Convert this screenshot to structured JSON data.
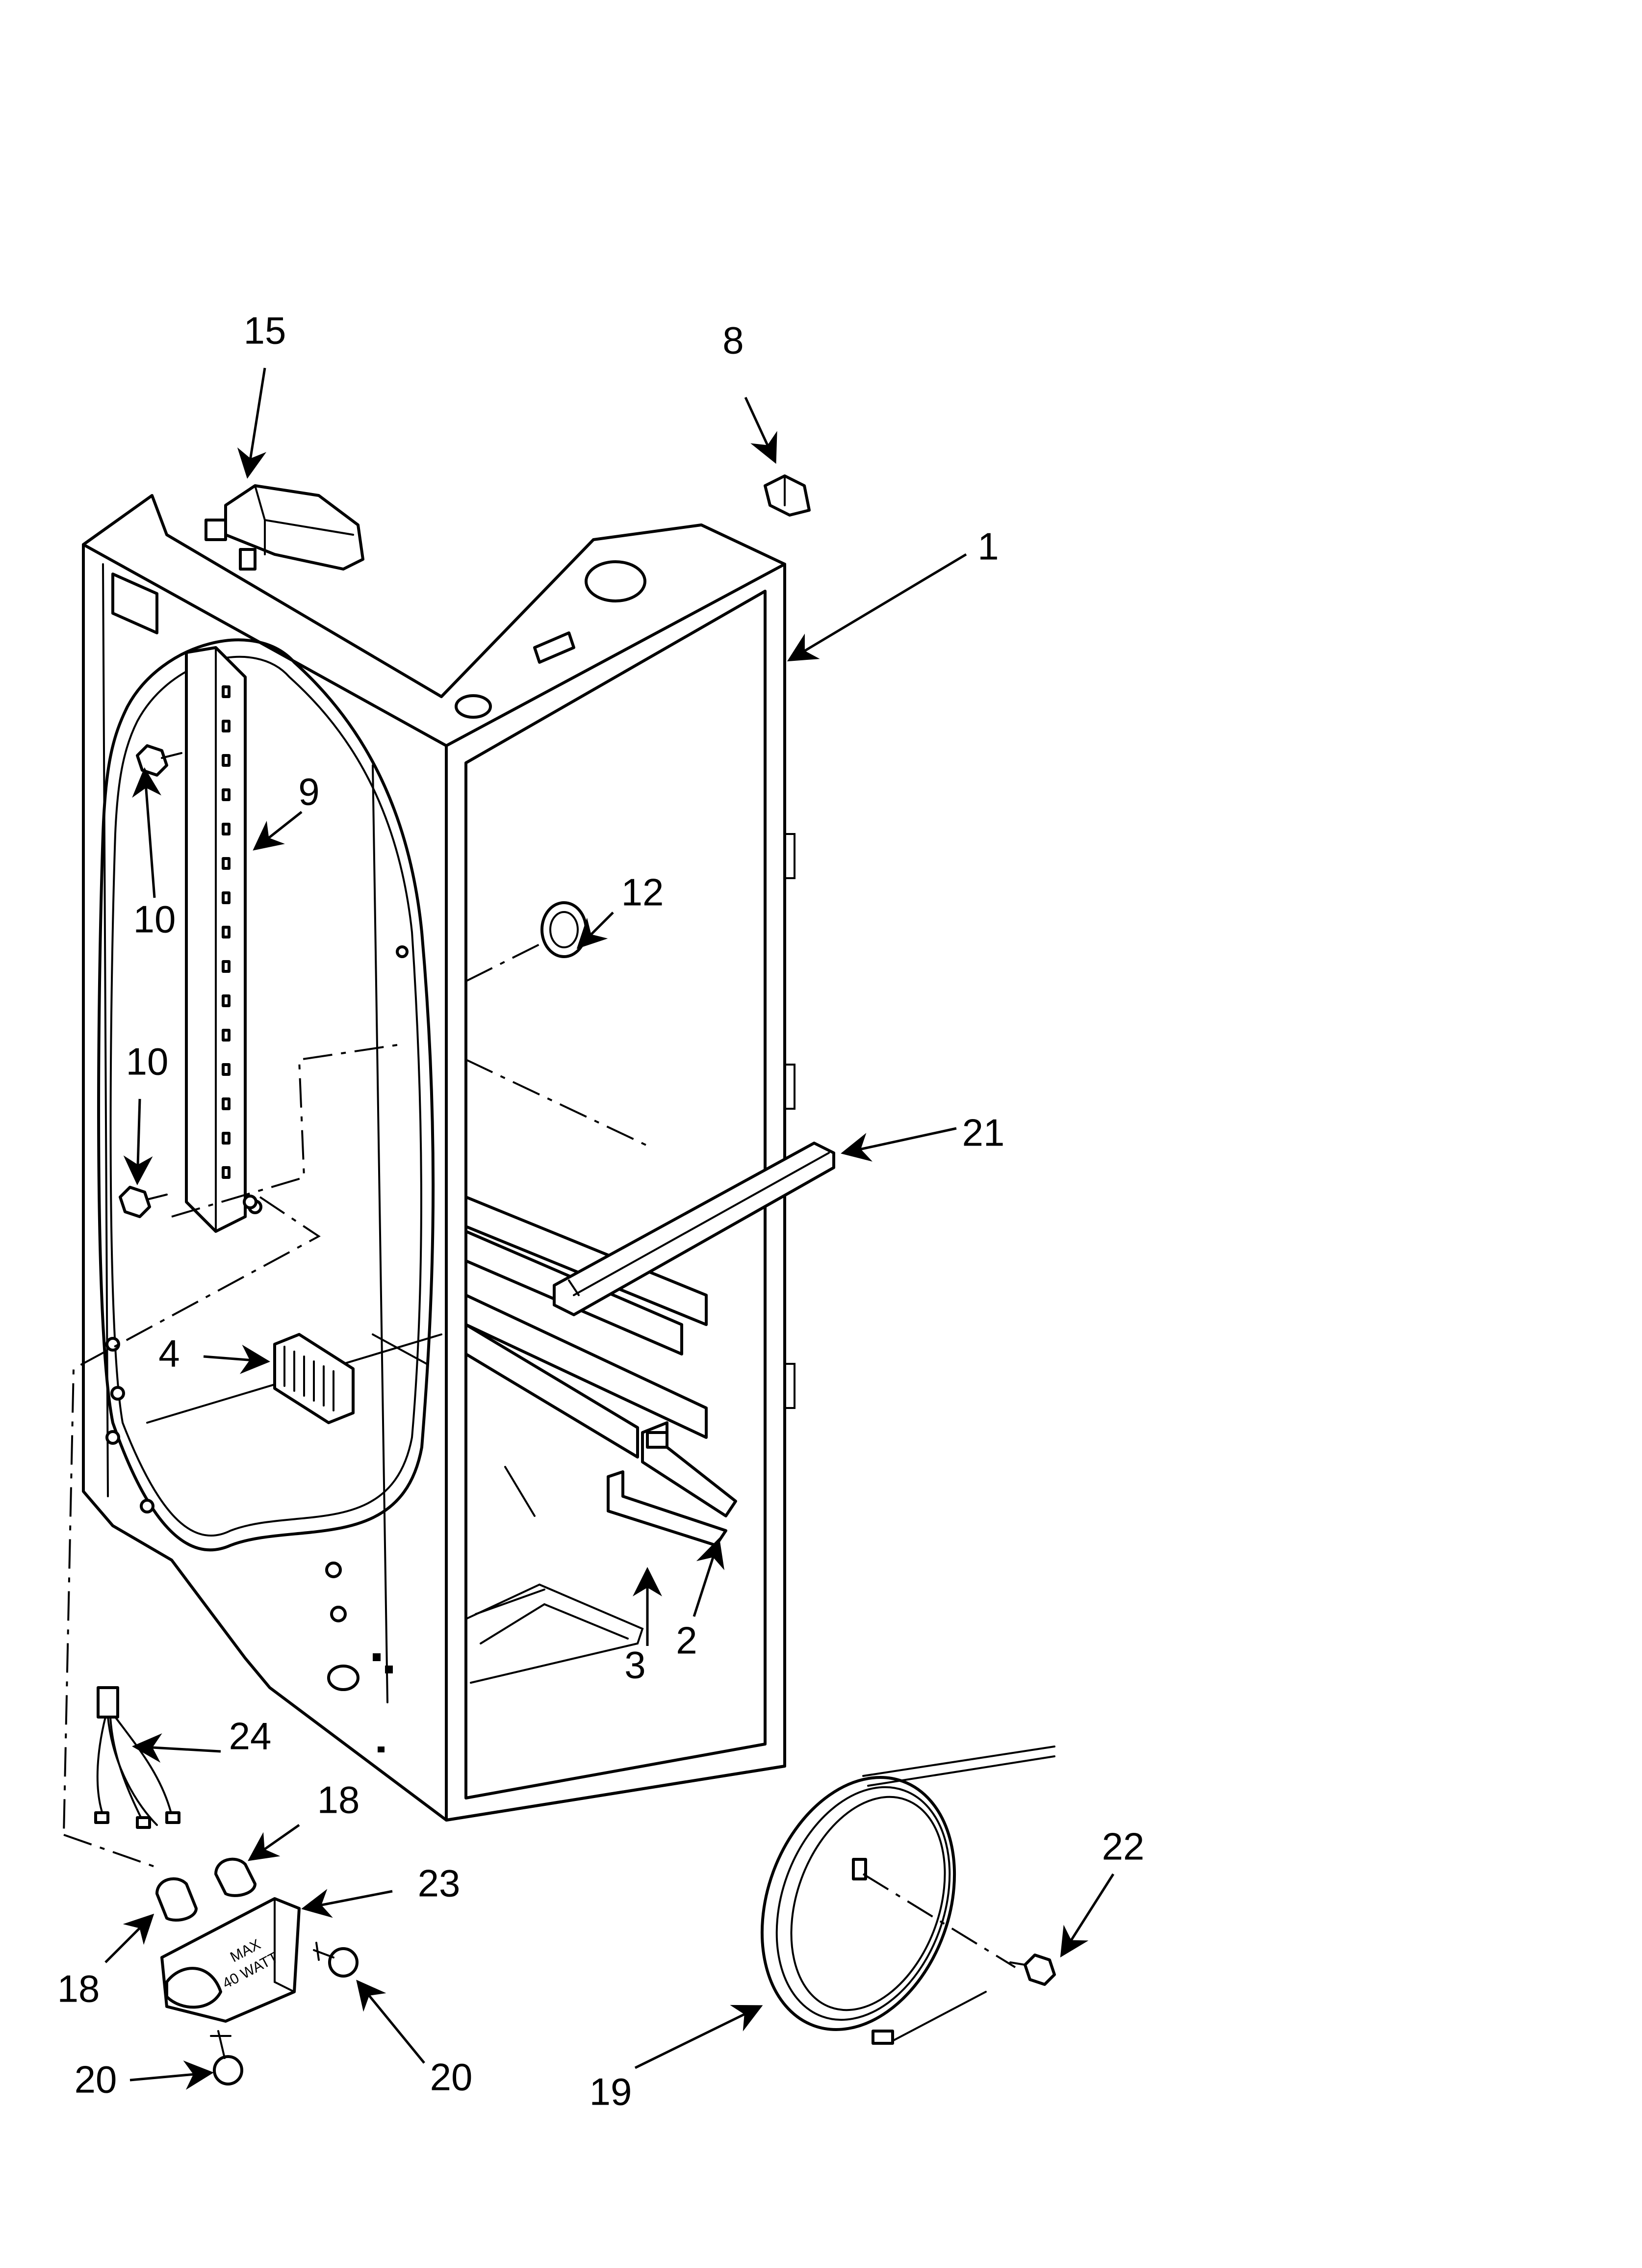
{
  "callouts": [
    "15",
    "8",
    "1",
    "9",
    "10",
    "12",
    "10",
    "21",
    "4",
    "3",
    "2",
    "24",
    "18",
    "23",
    "18",
    "20",
    "20",
    "22",
    "19"
  ],
  "labels": {
    "max_watt_1": "MAX",
    "max_watt_2": "40 WATT"
  }
}
